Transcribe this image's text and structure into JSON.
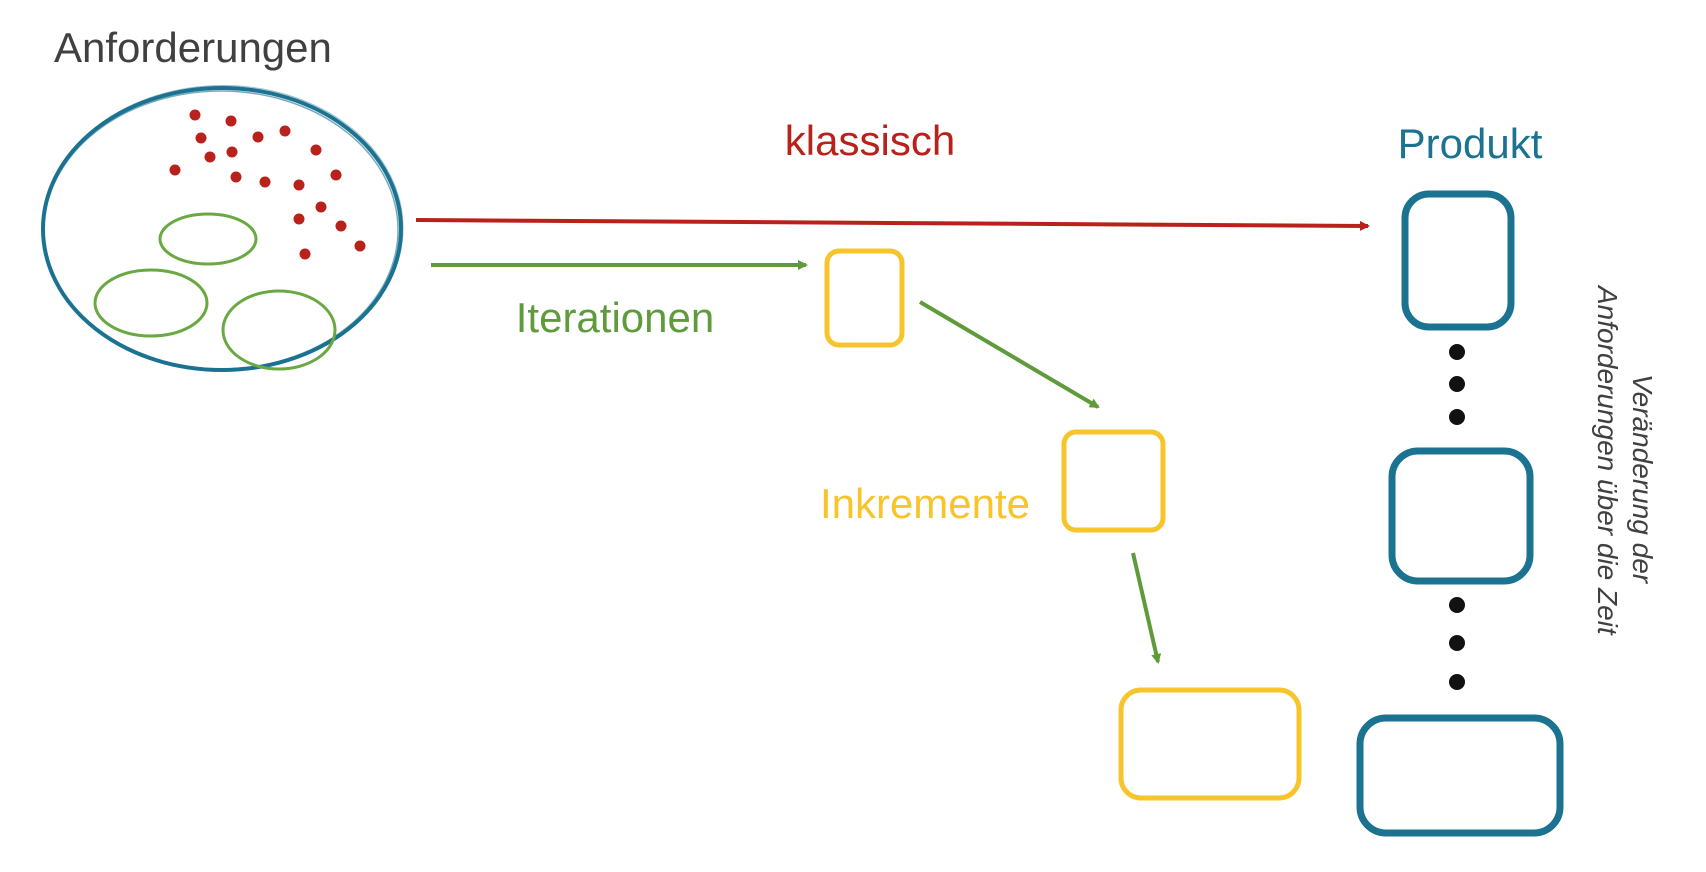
{
  "labels": {
    "requirements": "Anforderungen",
    "classic": "klassisch",
    "product": "Produkt",
    "iterations": "Iterationen",
    "increments": "Inkremente",
    "change_line1": "Veränderung der",
    "change_line2": "Anforderungen über die Zeit"
  },
  "colors": {
    "requirements_text": "#404040",
    "pool_outline": "#1b7391",
    "requirement_dots": "#b8221b",
    "requirement_groups": "#6aa842",
    "classic": "#b8221b",
    "iterations": "#5f9b3a",
    "increments": "#f7c42b",
    "product": "#1b7391",
    "change_text": "#404040",
    "ellipsis_dots": "#111111"
  }
}
